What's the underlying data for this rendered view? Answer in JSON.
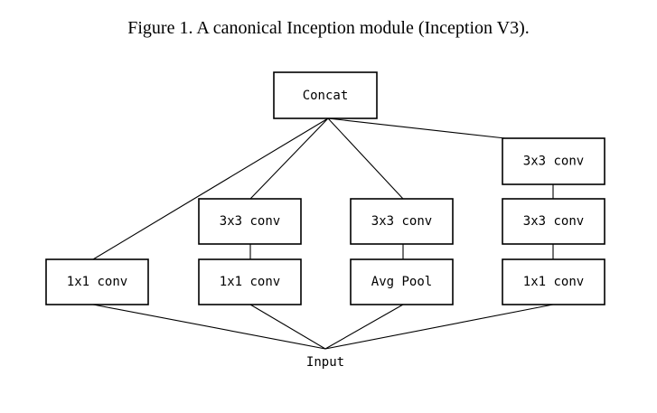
{
  "caption": "Figure 1. A canonical Inception module (Inception V3).",
  "nodes": {
    "concat": "Concat",
    "conv1x1_a": "1x1 conv",
    "conv3x3_b": "3x3 conv",
    "conv1x1_b": "1x1 conv",
    "conv3x3_c": "3x3 conv",
    "avg_pool": "Avg Pool",
    "conv3x3_d_top": "3x3 conv",
    "conv3x3_d_mid": "3x3 conv",
    "conv1x1_d": "1x1 conv"
  },
  "input_label": "Input"
}
